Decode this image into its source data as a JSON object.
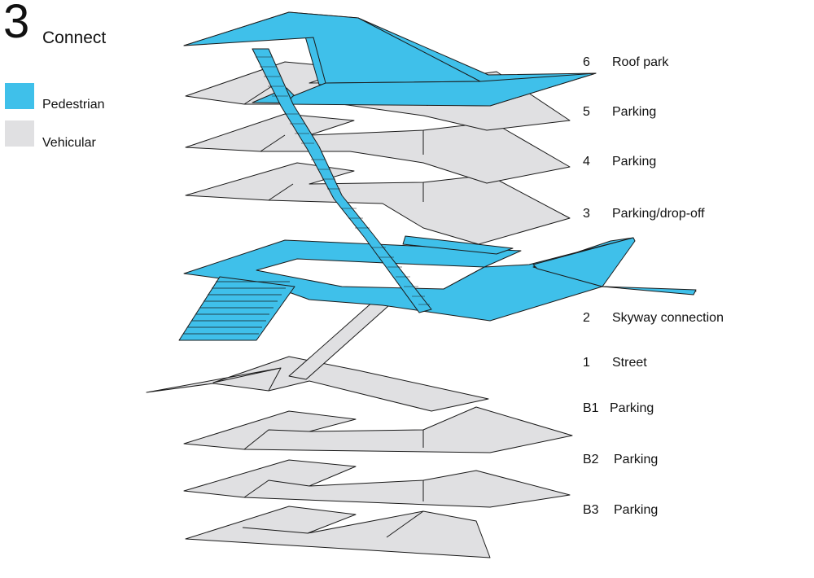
{
  "title": {
    "number": "3",
    "word": "Connect"
  },
  "legend": [
    {
      "label": "Pedestrian",
      "color": "#3fc0ea"
    },
    {
      "label": "Vehicular",
      "color": "#e0e0e2"
    }
  ],
  "levels": [
    {
      "code": "6",
      "name": "Roof park"
    },
    {
      "code": "5",
      "name": "Parking"
    },
    {
      "code": "4",
      "name": "Parking"
    },
    {
      "code": "3",
      "name": "Parking/drop-off"
    },
    {
      "code": "2",
      "name": "Skyway connection"
    },
    {
      "code": "1",
      "name": "Street"
    },
    {
      "code": "B1",
      "name": "Parking"
    },
    {
      "code": "B2",
      "name": "Parking"
    },
    {
      "code": "B3",
      "name": "Parking"
    }
  ],
  "colors": {
    "pedestrian": "#3fc0ea",
    "vehicular": "#e0e0e2",
    "stroke": "#1a1a1a"
  }
}
